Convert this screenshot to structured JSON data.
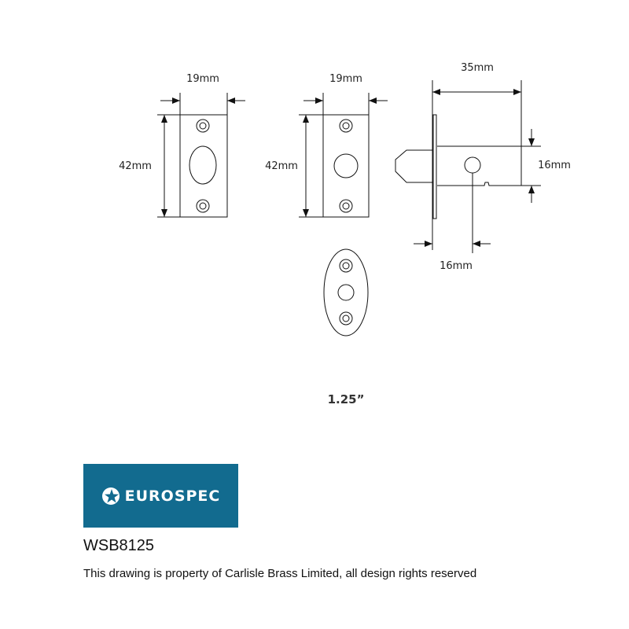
{
  "drawing": {
    "plate1": {
      "width_label": "19mm",
      "height_label": "42mm"
    },
    "plate2": {
      "width_label": "19mm",
      "height_label": "42mm"
    },
    "latch": {
      "length_label": "35mm",
      "body_height_label": "16mm",
      "backset_label": "16mm"
    },
    "size_label": "1.25”"
  },
  "brand": {
    "name": "EUROSPEC",
    "color": "#126b8f"
  },
  "product_code": "WSB8125",
  "disclaimer": "This drawing is property of Carlisle Brass Limited, all design rights reserved"
}
